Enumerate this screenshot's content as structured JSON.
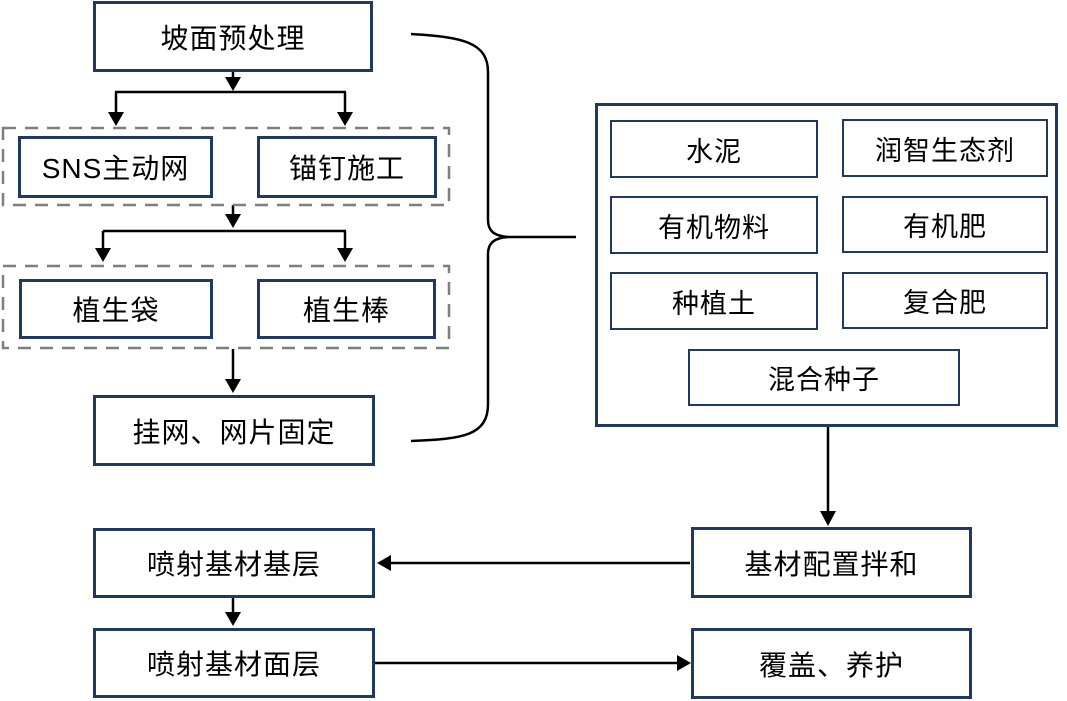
{
  "diagram": {
    "title": "slope-revegetation-construction-flowchart",
    "nodes": {
      "slope_pretreatment": "坡面预处理",
      "sns_active_net": "SNS主动网",
      "anchor_nail": "锚钉施工",
      "vegetation_bag": "植生袋",
      "vegetation_rod": "植生棒",
      "hang_net_fix": "挂网、网片固定",
      "cement": "水泥",
      "runzhi_eco_agent": "润智生态剂",
      "organic_material": "有机物料",
      "organic_fertilizer": "有机肥",
      "planting_soil": "种植土",
      "compound_fertilizer": "复合肥",
      "mixed_seeds": "混合种子",
      "substrate_mixing": "基材配置拌和",
      "spray_base_layer": "喷射基材基层",
      "spray_surface_layer": "喷射基材面层",
      "cover_maintain": "覆盖、养护"
    },
    "edges": [
      {
        "from": "slope_pretreatment",
        "to": "sns_active_net"
      },
      {
        "from": "slope_pretreatment",
        "to": "anchor_nail"
      },
      {
        "from": "sns_anchor_group",
        "to": "vegetation_bag"
      },
      {
        "from": "sns_anchor_group",
        "to": "vegetation_rod"
      },
      {
        "from": "vegetation_group",
        "to": "hang_net_fix"
      },
      {
        "from": "left_process_brace",
        "to": "materials_box"
      },
      {
        "from": "materials_box",
        "to": "substrate_mixing"
      },
      {
        "from": "substrate_mixing",
        "to": "spray_base_layer"
      },
      {
        "from": "spray_base_layer",
        "to": "spray_surface_layer"
      },
      {
        "from": "spray_surface_layer",
        "to": "cover_maintain"
      }
    ],
    "colors": {
      "box_border": "#1f3864",
      "dashed_border": "#7f7f7f",
      "line": "#000000",
      "text": "#000000",
      "background": "#ffffff"
    }
  }
}
